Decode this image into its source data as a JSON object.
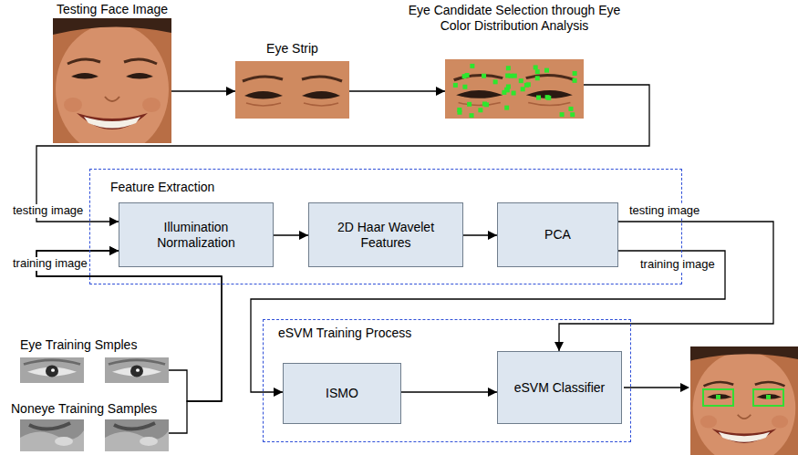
{
  "diagram": {
    "nodes": [
      {
        "text": [
          "Testing Face Image"
        ]
      },
      {
        "text": [
          "Eye Strip"
        ]
      },
      {
        "text": [
          "Eye Candidate Selection through Eye Color Distribution Analysis"
        ]
      },
      {
        "text": [
          "Feature Extraction"
        ]
      },
      {
        "text": [
          "Illumination Normalization"
        ],
        "in": 3
      },
      {
        "text": [
          "2D Haar Wavelet Features"
        ],
        "in": 3
      },
      {
        "text": [
          "PCA"
        ],
        "in": 3
      },
      {
        "text": [
          "eSVM Training Process"
        ]
      },
      {
        "text": [
          "ISMO"
        ],
        "in": 7
      },
      {
        "text": [
          "eSVM Classifier"
        ],
        "in": 7
      },
      {
        "text": [
          "Eye Training Smples"
        ]
      },
      {
        "text": [
          "Noneye Training Samples"
        ]
      }
    ],
    "edges": [
      {
        "from": 0,
        "to": 1,
        "arrow": "to"
      },
      {
        "from": 1,
        "to": 2,
        "arrow": "to"
      },
      {
        "from": 2,
        "to": 4,
        "label": "testing image",
        "arrow": "to"
      },
      {
        "from": 10,
        "to": 4,
        "label": "training image",
        "arrow": "to"
      },
      {
        "from": 11,
        "to": 4,
        "arrow": "to"
      },
      {
        "from": 4,
        "to": 5,
        "arrow": "to"
      },
      {
        "from": 5,
        "to": 6,
        "arrow": "to"
      },
      {
        "from": 6,
        "to": 9,
        "label": "testing image",
        "arrow": "to"
      },
      {
        "from": 6,
        "to": 8,
        "label": "training image",
        "arrow": "to"
      },
      {
        "from": 8,
        "to": 9,
        "arrow": "to"
      }
    ]
  }
}
